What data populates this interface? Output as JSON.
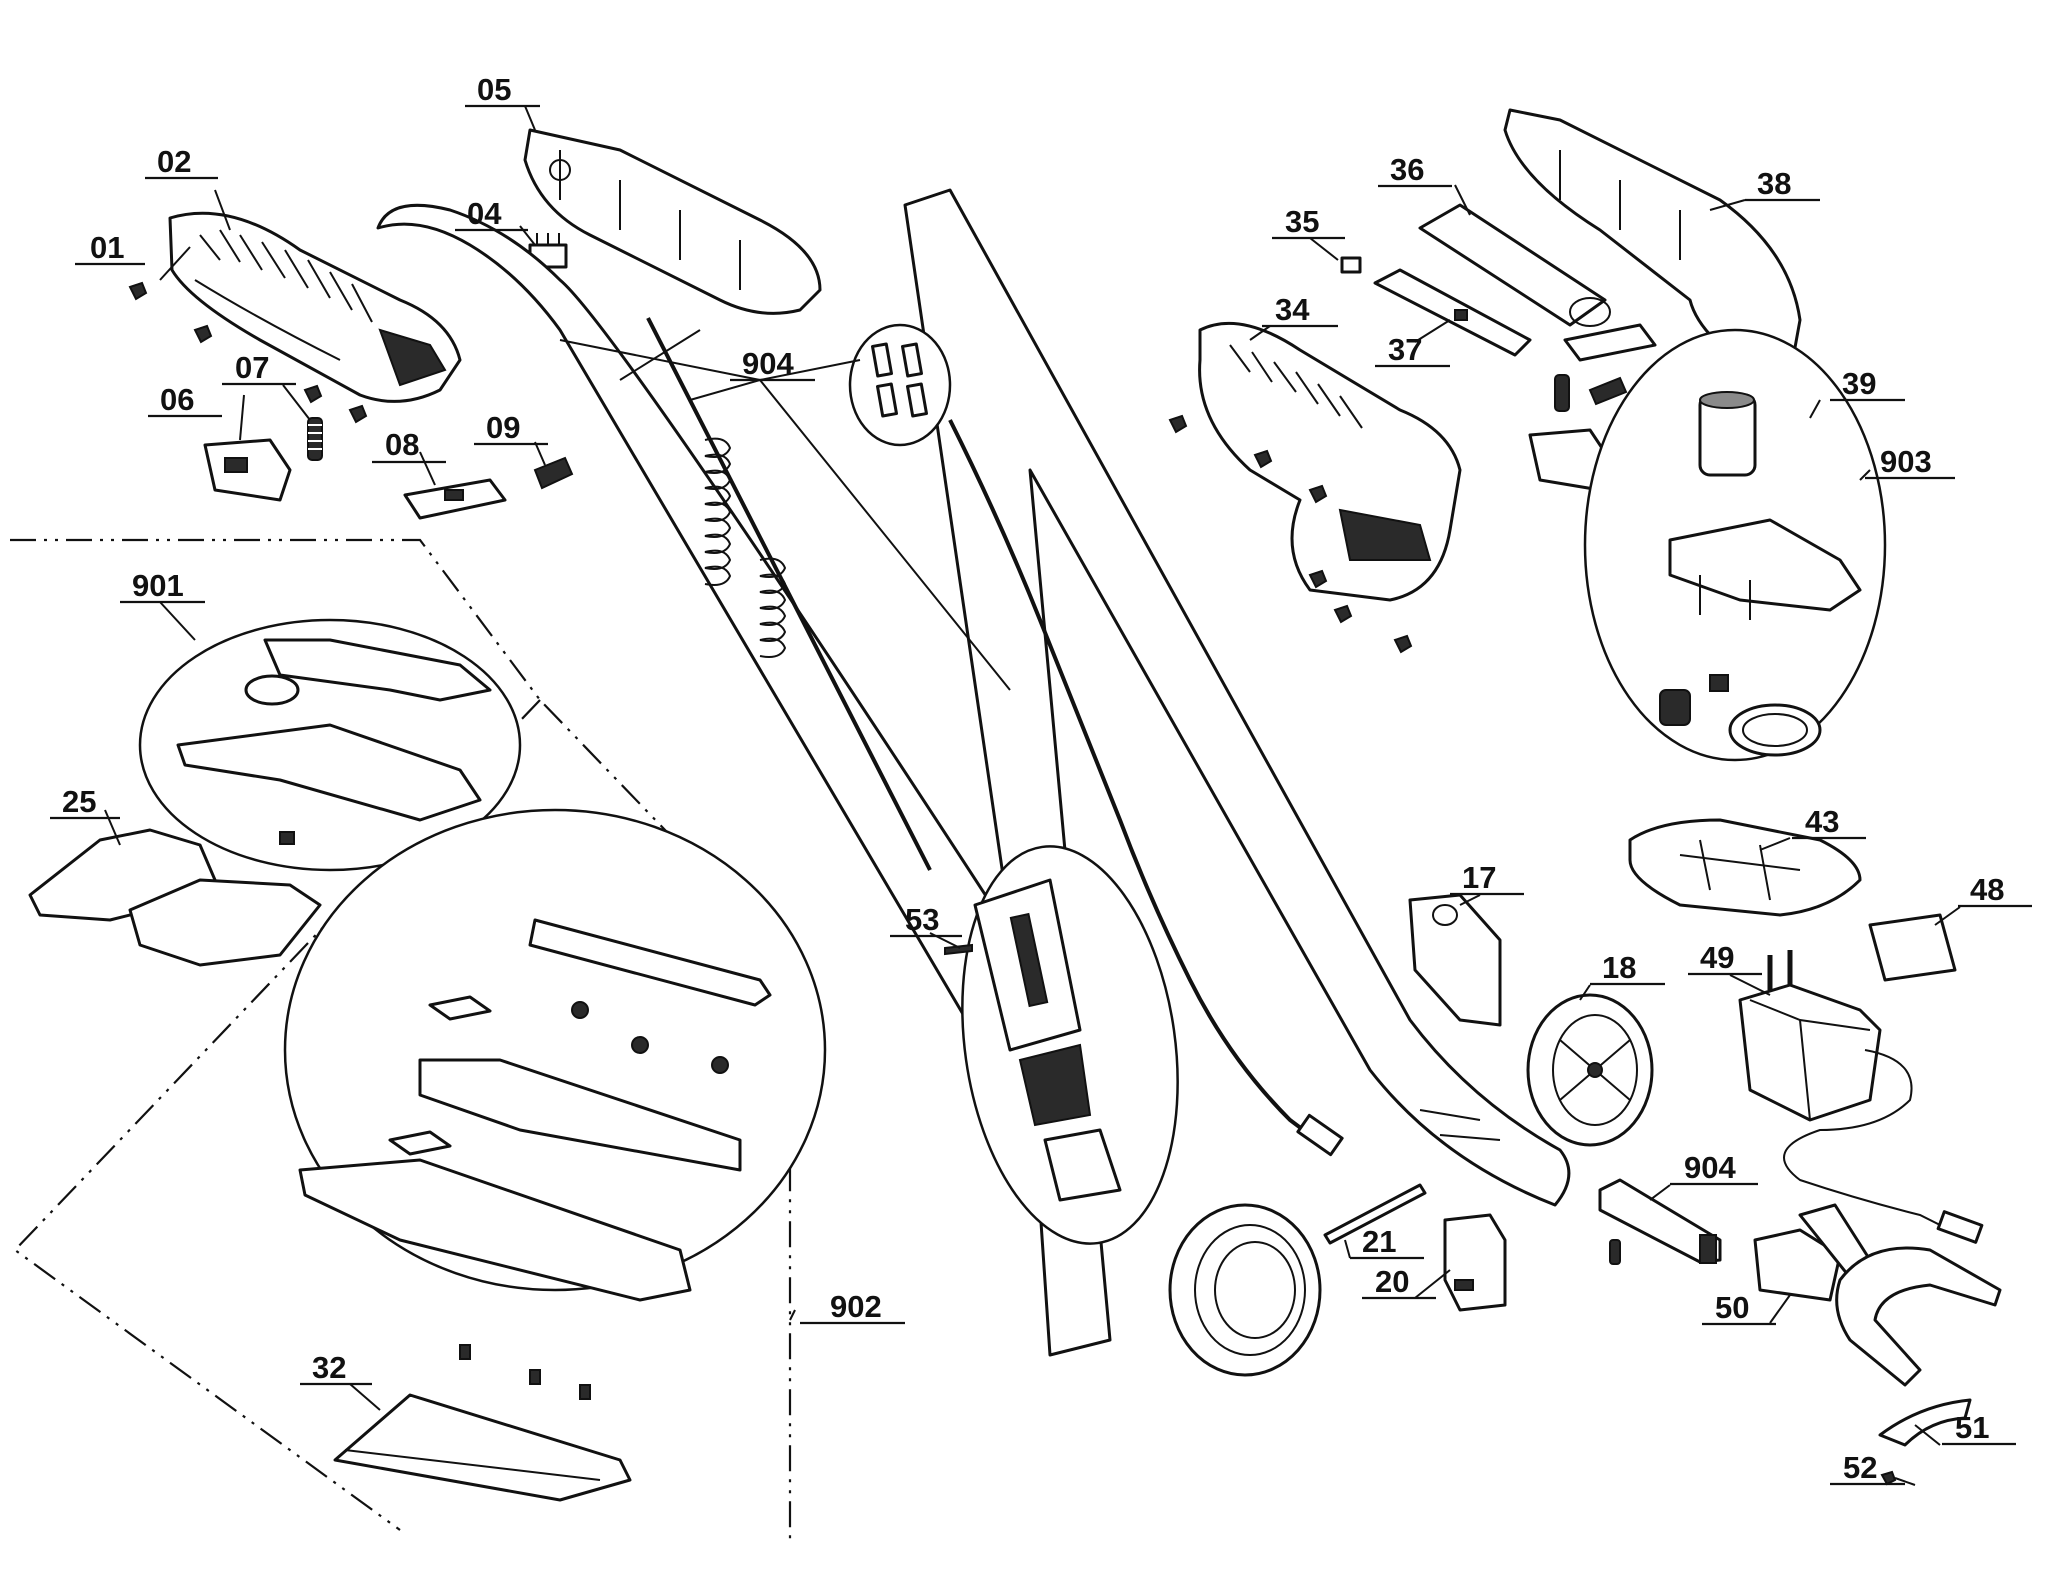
{
  "parts": [
    {
      "id": "p01",
      "number": "01"
    },
    {
      "id": "p02",
      "number": "02"
    },
    {
      "id": "p04",
      "number": "04"
    },
    {
      "id": "p05",
      "number": "05"
    },
    {
      "id": "p06",
      "number": "06"
    },
    {
      "id": "p07",
      "number": "07"
    },
    {
      "id": "p08",
      "number": "08"
    },
    {
      "id": "p09",
      "number": "09"
    },
    {
      "id": "p901",
      "number": "901"
    },
    {
      "id": "p904a",
      "number": "904"
    },
    {
      "id": "p25",
      "number": "25"
    },
    {
      "id": "p53",
      "number": "53"
    },
    {
      "id": "p902",
      "number": "902"
    },
    {
      "id": "p32",
      "number": "32"
    },
    {
      "id": "p35",
      "number": "35"
    },
    {
      "id": "p36",
      "number": "36"
    },
    {
      "id": "p37",
      "number": "37"
    },
    {
      "id": "p34",
      "number": "34"
    },
    {
      "id": "p38",
      "number": "38"
    },
    {
      "id": "p39",
      "number": "39"
    },
    {
      "id": "p903",
      "number": "903"
    },
    {
      "id": "p43",
      "number": "43"
    },
    {
      "id": "p48",
      "number": "48"
    },
    {
      "id": "p17",
      "number": "17"
    },
    {
      "id": "p18",
      "number": "18"
    },
    {
      "id": "p49",
      "number": "49"
    },
    {
      "id": "p904b",
      "number": "904"
    },
    {
      "id": "p21",
      "number": "21"
    },
    {
      "id": "p20",
      "number": "20"
    },
    {
      "id": "p50",
      "number": "50"
    },
    {
      "id": "p51",
      "number": "51"
    },
    {
      "id": "p52",
      "number": "52"
    }
  ]
}
